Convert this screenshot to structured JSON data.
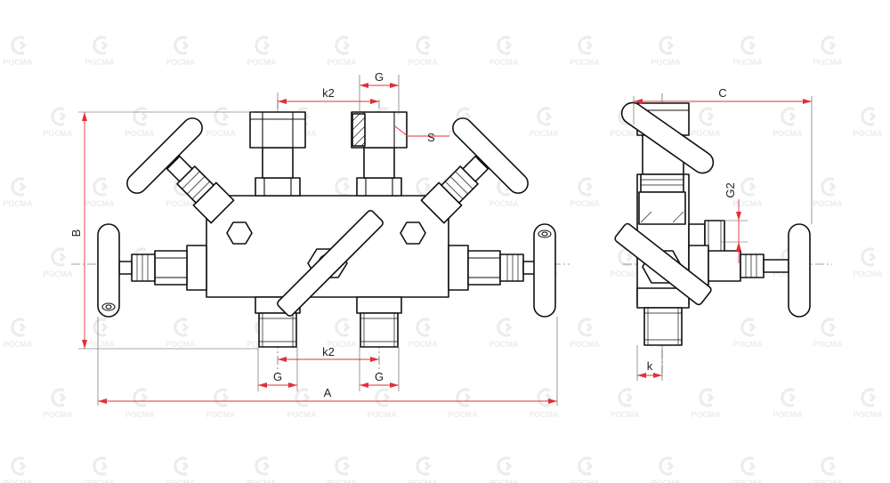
{
  "watermark": {
    "text": "РОСМА",
    "icon": "rosma-logo-icon"
  },
  "dimensions": {
    "front_top_k2": "k2",
    "front_top_g": "G",
    "front_s": "S",
    "front_height_b": "B",
    "front_bottom_k2": "k2",
    "front_bottom_g_left": "G",
    "front_bottom_g_right": "G",
    "front_width_a": "A",
    "side_width_c": "C",
    "side_g2": "G2",
    "side_k": "k"
  },
  "colors": {
    "dimension_line": "#e0303a",
    "outline": "#111111",
    "watermark": "#ececec"
  }
}
